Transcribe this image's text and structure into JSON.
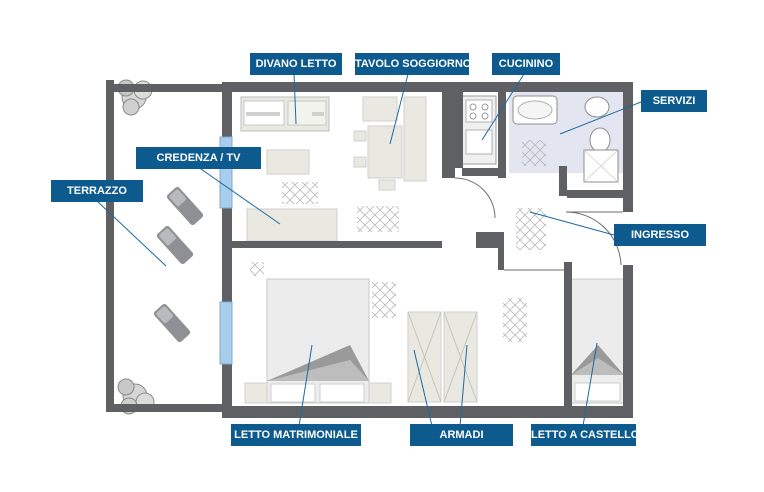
{
  "labels": {
    "divano_letto": "DIVANO LETTO",
    "tavolo_soggiorno": "TAVOLO SOGGIORNO",
    "cucinino": "CUCININO",
    "servizi": "SERVIZI",
    "credenza_tv": "CREDENZA / TV",
    "terrazzo": "TERRAZZO",
    "ingresso": "INGRESSO",
    "letto_matrimoniale": "LETTO MATRIMONIALE",
    "armadi": "ARMADI",
    "letto_a_castello": "LETTO A CASTELLO"
  },
  "colors": {
    "wall": "#5f6063",
    "label_bg": "#0c5a8e",
    "label_text": "#ffffff",
    "furniture": "#e9e9e1",
    "bathroom_floor": "#e3e6f1",
    "window": "#a9cdec",
    "leader_line": "#1b6aa1"
  }
}
